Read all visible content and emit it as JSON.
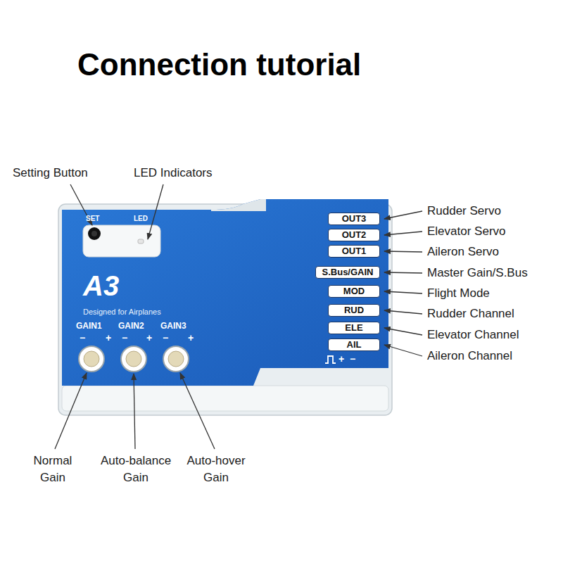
{
  "diagram": {
    "title": "Connection tutorial",
    "nodes": [
      {
        "text": [
          "A3",
          "Designed for Airplanes"
        ]
      },
      {
        "text": [
          "OUT3"
        ],
        "in": 0
      },
      {
        "text": [
          "OUT2"
        ],
        "in": 0
      },
      {
        "text": [
          "OUT1"
        ],
        "in": 0
      },
      {
        "text": [
          "S.Bus/GAIN"
        ],
        "in": 0
      },
      {
        "text": [
          "MOD"
        ],
        "in": 0
      },
      {
        "text": [
          "RUD"
        ],
        "in": 0
      },
      {
        "text": [
          "ELE"
        ],
        "in": 0
      },
      {
        "text": [
          "AIL"
        ],
        "in": 0
      }
    ],
    "labels": [
      "Setting Button",
      "LED Indicators",
      "SET",
      "LED",
      "GAIN1",
      "−",
      "+",
      "GAIN2",
      "−",
      "+",
      "GAIN3",
      "−",
      "+",
      "+",
      "−",
      "Rudder Servo",
      "Elevator Servo",
      "Aileron Servo",
      "Master Gain/S.Bus",
      "Flight Mode",
      "Rudder Channel",
      "Elevator Channel",
      "Aileron Channel",
      "Normal Gain",
      "Auto-balance Gain",
      "Auto-hover Gain"
    ]
  }
}
